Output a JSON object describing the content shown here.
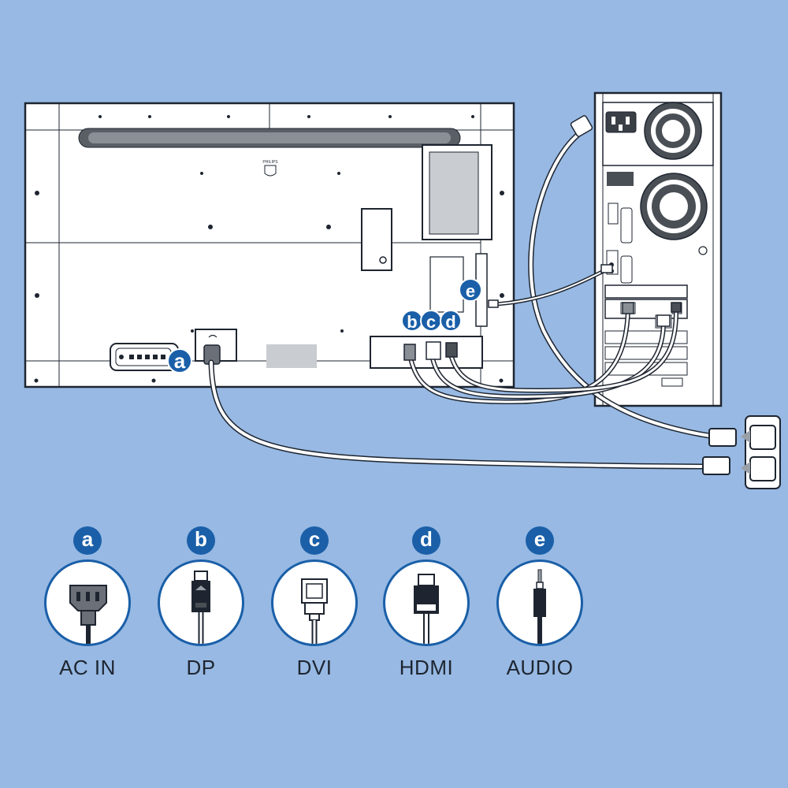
{
  "diagram": {
    "callouts": {
      "a": "a",
      "b": "b",
      "c": "c",
      "d": "d",
      "e": "e"
    },
    "brand_logo_text": "PHILIPS"
  },
  "connectors": [
    {
      "letter": "a",
      "label": "AC IN",
      "icon": "ac-power-connector-icon"
    },
    {
      "letter": "b",
      "label": "DP",
      "icon": "displayport-connector-icon"
    },
    {
      "letter": "c",
      "label": "DVI",
      "icon": "dvi-connector-icon"
    },
    {
      "letter": "d",
      "label": "HDMI",
      "icon": "hdmi-connector-icon"
    },
    {
      "letter": "e",
      "label": "AUDIO",
      "icon": "audio-jack-icon"
    }
  ],
  "colors": {
    "background": "#97b9e3",
    "accent": "#1a5fa8",
    "line": "#1e2530",
    "panel": "#ffffff"
  }
}
